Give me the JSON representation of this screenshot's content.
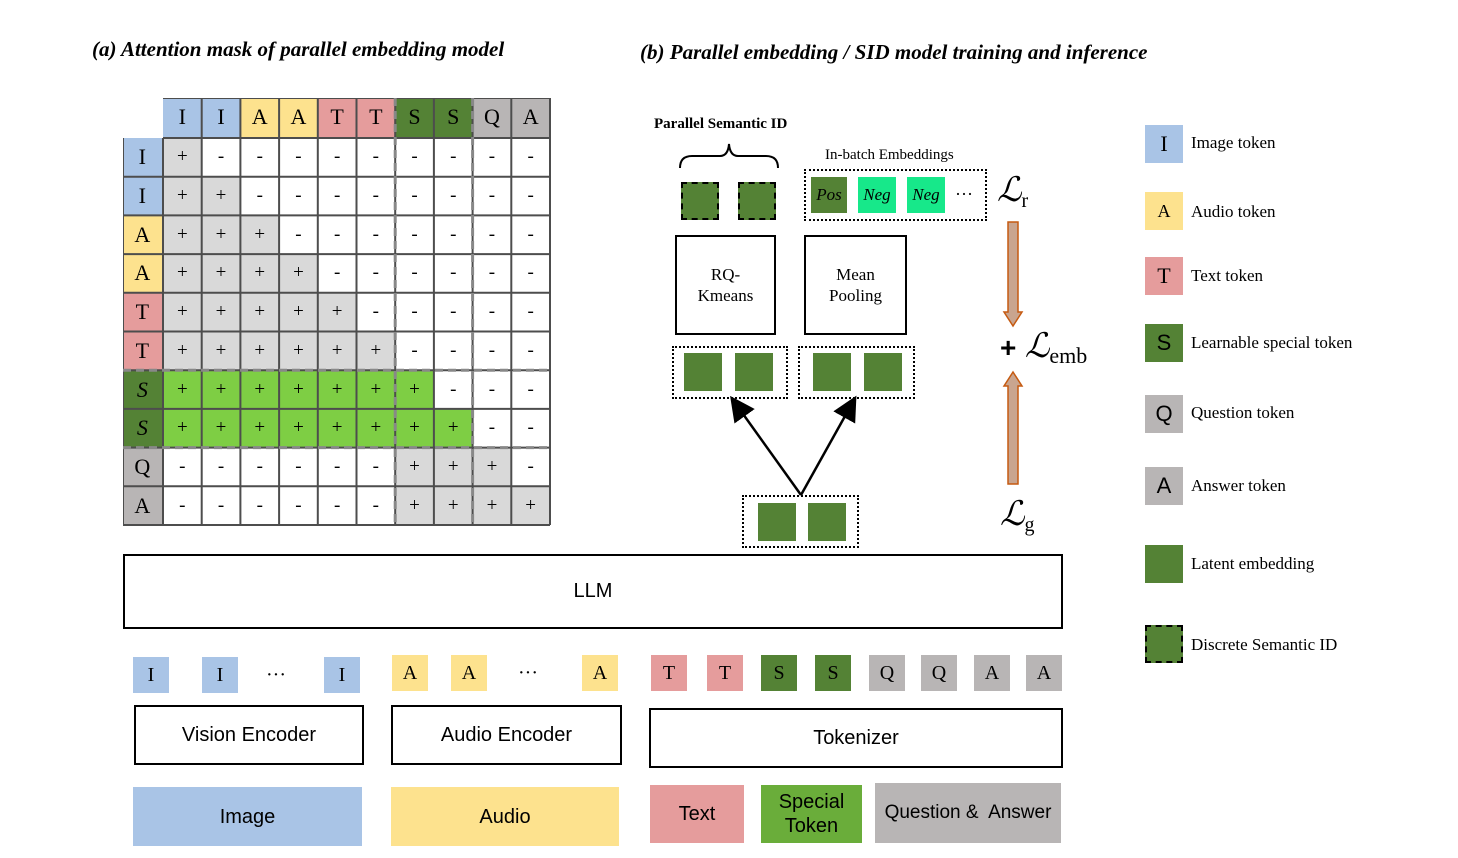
{
  "titles": {
    "a": "(a) Attention mask of parallel embedding model",
    "b": "(b) Parallel embedding / SID model training and inference"
  },
  "matrix": {
    "col_headers": [
      "I",
      "I",
      "A",
      "A",
      "T",
      "T",
      "S",
      "S",
      "Q",
      "A"
    ],
    "row_headers": [
      "I",
      "I",
      "A",
      "A",
      "T",
      "T",
      "S",
      "S",
      "Q",
      "A"
    ],
    "rows": [
      [
        "+",
        "-",
        "-",
        "-",
        "-",
        "-",
        "-",
        "-",
        "-",
        "-"
      ],
      [
        "+",
        "+",
        "-",
        "-",
        "-",
        "-",
        "-",
        "-",
        "-",
        "-"
      ],
      [
        "+",
        "+",
        "+",
        "-",
        "-",
        "-",
        "-",
        "-",
        "-",
        "-"
      ],
      [
        "+",
        "+",
        "+",
        "+",
        "-",
        "-",
        "-",
        "-",
        "-",
        "-"
      ],
      [
        "+",
        "+",
        "+",
        "+",
        "+",
        "-",
        "-",
        "-",
        "-",
        "-"
      ],
      [
        "+",
        "+",
        "+",
        "+",
        "+",
        "+",
        "-",
        "-",
        "-",
        "-"
      ],
      [
        "+",
        "+",
        "+",
        "+",
        "+",
        "+",
        "+",
        "-",
        "-",
        "-"
      ],
      [
        "+",
        "+",
        "+",
        "+",
        "+",
        "+",
        "+",
        "+",
        "-",
        "-"
      ],
      [
        "-",
        "-",
        "-",
        "-",
        "-",
        "-",
        "+",
        "+",
        "+",
        "-"
      ],
      [
        "-",
        "-",
        "-",
        "-",
        "-",
        "-",
        "+",
        "+",
        "+",
        "+"
      ]
    ],
    "colors": {
      "I": "#a9c4e6",
      "A": "#fde28e",
      "T": "#e59c9c",
      "S": "#548235",
      "Q": "#b8b5b5",
      "ans": "#b8b5b5",
      "active_s": "#7ece44",
      "active": "#d9d9d9"
    }
  },
  "diagram": {
    "parallel_sid_label": "Parallel Semantic ID",
    "inbatch_label": "In-batch Embeddings",
    "pos": "Pos",
    "neg1": "Neg",
    "neg2": "Neg",
    "ellipsis": "···",
    "rq_kmeans": "RQ-\nKmeans",
    "mean_pooling": "Mean\nPooling",
    "loss_r_main": "ℒ",
    "loss_r_sub": "r",
    "loss_g_main": "ℒ",
    "loss_g_sub": "g",
    "loss_emb_plus": "+",
    "loss_emb_main": "ℒ",
    "loss_emb_sub": "emb",
    "llm": "LLM"
  },
  "inputs": {
    "image_tokens": [
      "I",
      "I",
      "···",
      "I"
    ],
    "audio_tokens": [
      "A",
      "A",
      "···",
      "A"
    ],
    "text_tokens": [
      "T",
      "T",
      "S",
      "S",
      "Q",
      "Q",
      "A",
      "A"
    ],
    "vision_encoder": "Vision Encoder",
    "audio_encoder": "Audio Encoder",
    "tokenizer": "Tokenizer",
    "image": "Image",
    "audio": "Audio",
    "text": "Text",
    "special_token": "Special\nToken",
    "qa": "Question &  Answer"
  },
  "legend": [
    {
      "glyph": "I",
      "label": "Image token",
      "color": "#a9c4e6"
    },
    {
      "glyph": "A",
      "label": "Audio token",
      "color": "#fde28e"
    },
    {
      "glyph": "T",
      "label": "Text token",
      "color": "#e59c9c"
    },
    {
      "glyph": "S",
      "label": "Learnable special token",
      "color": "#548235"
    },
    {
      "glyph": "Q",
      "label": "Question token",
      "color": "#b8b5b5"
    },
    {
      "glyph": "A",
      "label": "Answer token",
      "color": "#b8b5b5"
    },
    {
      "glyph": "",
      "label": "Latent embedding",
      "color": "#548235"
    },
    {
      "glyph": "",
      "label": "Discrete Semantic ID",
      "color": "#548235"
    }
  ]
}
